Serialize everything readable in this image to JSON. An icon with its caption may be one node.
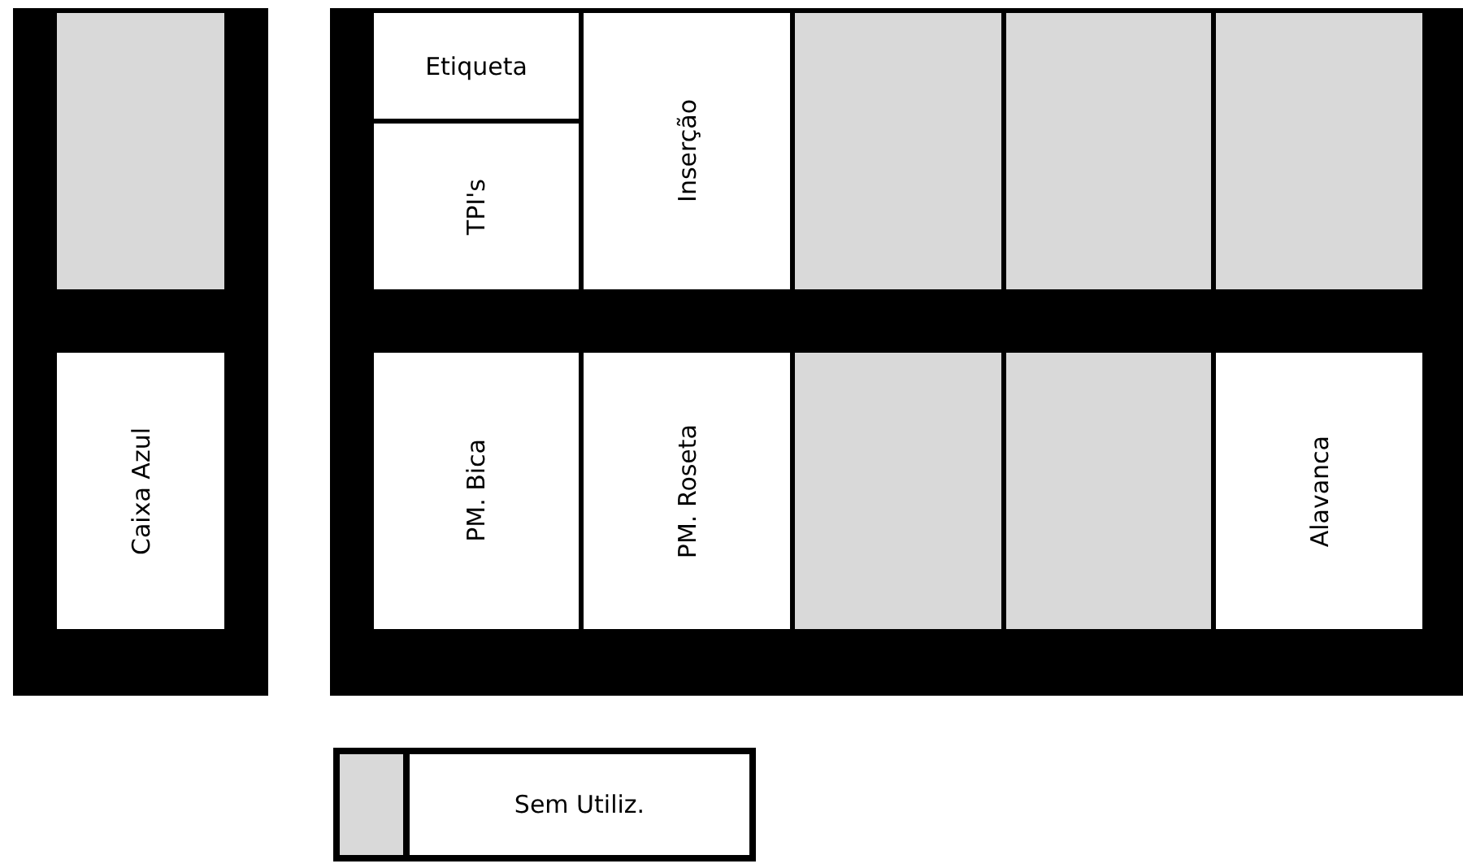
{
  "diagram": {
    "nodes": [
      {
        "text": [],
        "shape": "box"
      },
      {
        "text": [],
        "shape": "box",
        "in": 0
      },
      {
        "text": [
          "Caixa Azul"
        ],
        "in": 0
      },
      {
        "text": [],
        "shape": "box"
      },
      {
        "text": [
          "Etiqueta"
        ],
        "in": 3
      },
      {
        "text": [
          "TPI's"
        ],
        "in": 3
      },
      {
        "text": [
          "Inserção"
        ],
        "in": 3
      },
      {
        "text": [],
        "shape": "box",
        "in": 3
      },
      {
        "text": [],
        "shape": "box",
        "in": 3
      },
      {
        "text": [],
        "shape": "box",
        "in": 3
      },
      {
        "text": [
          "PM. Bica"
        ],
        "in": 3
      },
      {
        "text": [
          "PM. Roseta"
        ],
        "in": 3
      },
      {
        "text": [],
        "shape": "box",
        "in": 3
      },
      {
        "text": [],
        "shape": "box",
        "in": 3
      },
      {
        "text": [
          "Alavanca"
        ],
        "in": 3
      }
    ],
    "legend": [
      {
        "text": "Sem Utiliz.",
        "color": "#d9d9d9"
      }
    ]
  }
}
